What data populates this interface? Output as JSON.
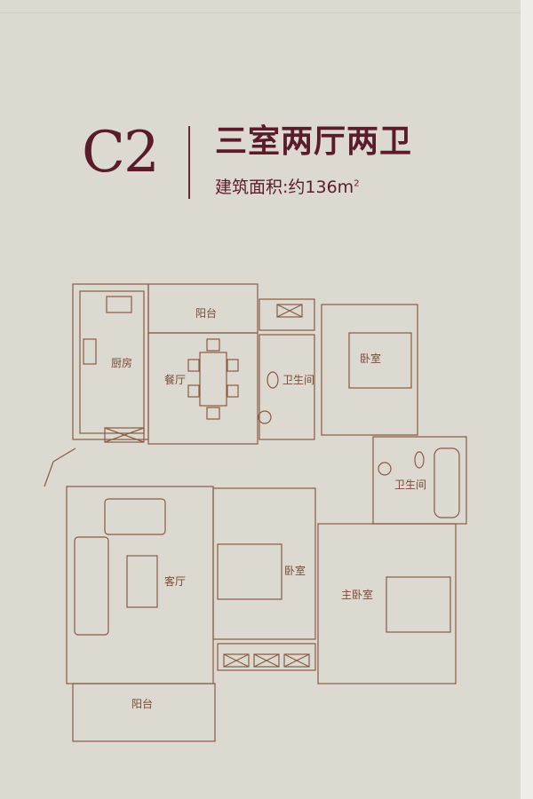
{
  "header": {
    "unit_code": "C2",
    "layout_type": "三室两厅两卫",
    "area_label": "建筑面积:",
    "area_value": "约136",
    "area_unit": "m",
    "area_unit_sup": "2"
  },
  "rooms": {
    "kitchen": "厨房",
    "balcony_top": "阳台",
    "dining": "餐厅",
    "bathroom_1": "卫生间",
    "bedroom_1": "卧室",
    "bathroom_2": "卫生间",
    "living": "客厅",
    "bedroom_2": "卧室",
    "master_bedroom": "主卧室",
    "balcony_bottom": "阳台"
  },
  "colors": {
    "title": "#5a1c2a",
    "walls": "#8a5a44",
    "background": "#dcdad0"
  }
}
